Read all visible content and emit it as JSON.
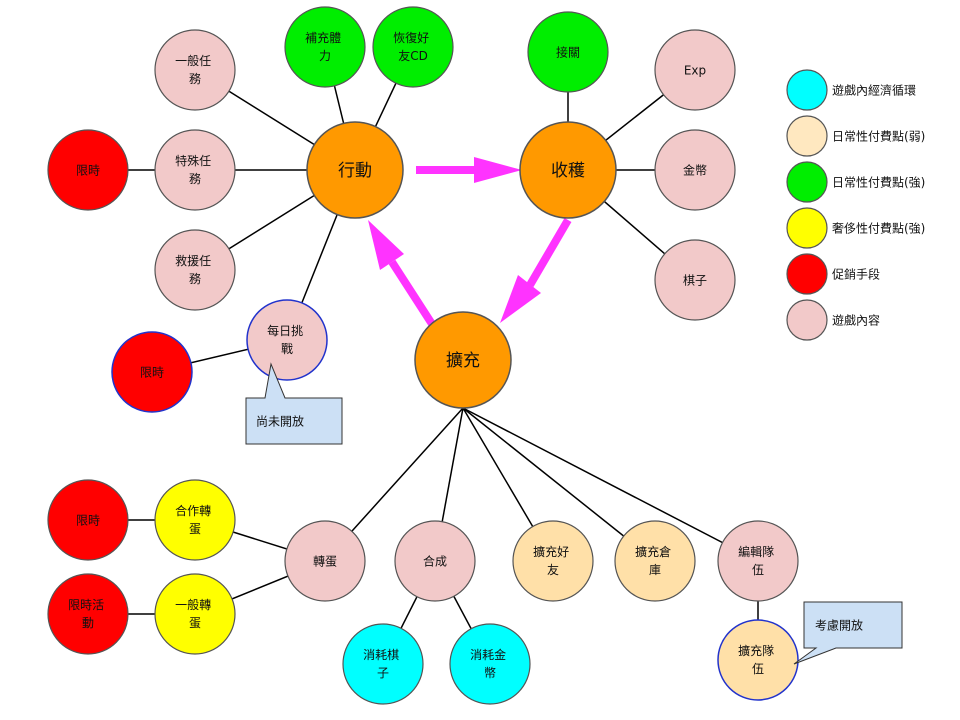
{
  "colors": {
    "core": "#FF9900",
    "content": "#F2C9C9",
    "promo": "#FF0000",
    "daily_strong": "#00EE00",
    "daily_weak": "#FFE0A8",
    "luxury": "#FFFF00",
    "economy": "#00FFFF",
    "flow_arrow": "#FF33FF",
    "callout_bg": "#CCE0F5"
  },
  "core": {
    "action": "行動",
    "harvest": "收穫",
    "expand": "擴充"
  },
  "action_branch": {
    "general_mission": "一般任務",
    "special_mission": "特殊任務",
    "rescue_mission": "救援任務",
    "daily_challenge": "每日挑戰",
    "refill_stamina": "補充體力",
    "recover_friend_cd": "恢復好友CD",
    "limited_special": "限時",
    "limited_daily": "限時"
  },
  "harvest_branch": {
    "link": "接關",
    "exp": "Exp",
    "gold": "金幣",
    "pieces": "棋子"
  },
  "expand_branch": {
    "gacha": "轉蛋",
    "fusion": "合成",
    "expand_friends": "擴充好友",
    "expand_storage": "擴充倉庫",
    "edit_team": "編輯隊伍",
    "expand_team": "擴充隊伍",
    "coop_gacha": "合作轉蛋",
    "normal_gacha": "一般轉蛋",
    "limited_coop": "限時",
    "limited_event": "限時活動",
    "consume_pieces": "消耗棋子",
    "consume_gold": "消耗金幣"
  },
  "callouts": {
    "not_open": "尚未開放",
    "considering": "考慮開放"
  },
  "legend": [
    {
      "label": "遊戲內經濟循環",
      "color": "#00FFFF"
    },
    {
      "label": "日常性付費點(弱)",
      "color": "#FFE8C0"
    },
    {
      "label": "日常性付費點(強)",
      "color": "#00EE00"
    },
    {
      "label": "奢侈性付費點(強)",
      "color": "#FFFF00"
    },
    {
      "label": "促銷手段",
      "color": "#FF0000"
    },
    {
      "label": "遊戲內容",
      "color": "#F2C9C9"
    }
  ]
}
